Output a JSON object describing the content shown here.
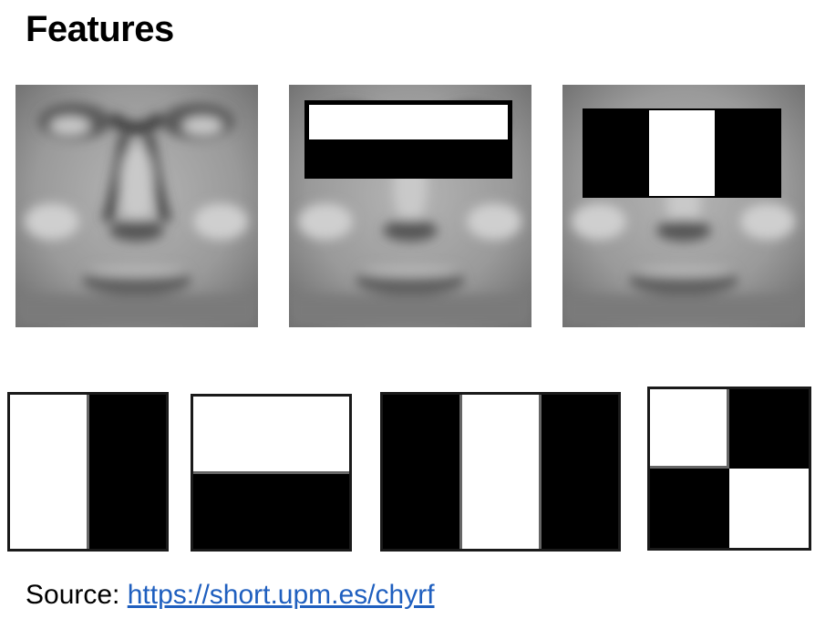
{
  "slide": {
    "title": "Features",
    "source_label": "Source:",
    "source_link_text": "https://short.upm.es/chyrf"
  },
  "colors": {
    "feature_white": "#ffffff",
    "feature_black": "#000000",
    "link": "#1f5fbf"
  },
  "face_images": [
    {
      "name": "face-original",
      "overlay": "none"
    },
    {
      "name": "face-with-horizontal-feature",
      "overlay": "two-rect-horizontal white-top black-bottom"
    },
    {
      "name": "face-with-three-rect-feature",
      "overlay": "three-rect-vertical black-white-black"
    }
  ],
  "feature_types": [
    "two-rect-vertical white-left black-right",
    "two-rect-horizontal white-top black-bottom",
    "three-rect-vertical black-white-black",
    "four-rect-checkerboard"
  ]
}
